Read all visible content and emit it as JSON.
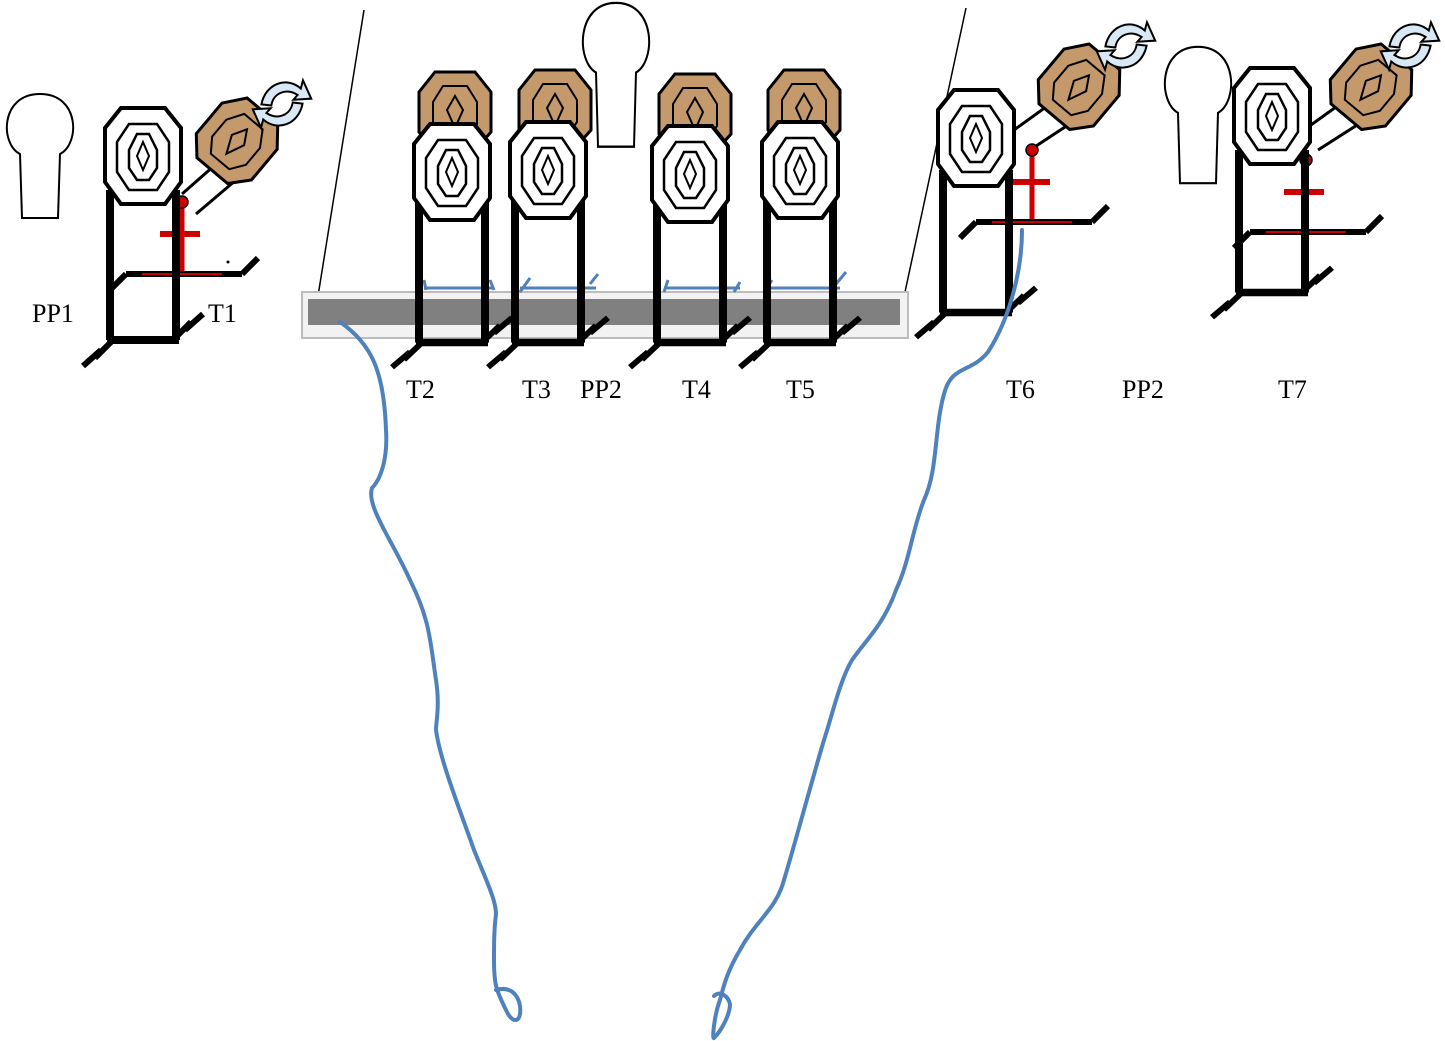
{
  "labels": {
    "pp1": "PP1",
    "t1": "T1",
    "t2": "T2",
    "t3": "T3",
    "pp2_center": "PP2",
    "t4": "T4",
    "t5": "T5",
    "t6": "T6",
    "pp2_right": "PP2",
    "t7": "T7"
  },
  "colors": {
    "paper_target": "#ffffff",
    "steel_plate": "#c49a6c",
    "stand": "#000000",
    "mechanism": "#cc0000",
    "barricade_bar": "#808080",
    "path_line": "#4f81bd",
    "arrow_icon": "#9ec3e6"
  },
  "icons": {
    "popper": "popper-icon",
    "paper_target": "paper-target-icon",
    "steel_plate": "steel-plate-icon",
    "swinger": "swinger-target-icon",
    "rotate_arrow": "rotate-arrow-icon",
    "barricade": "barricade-bar"
  }
}
